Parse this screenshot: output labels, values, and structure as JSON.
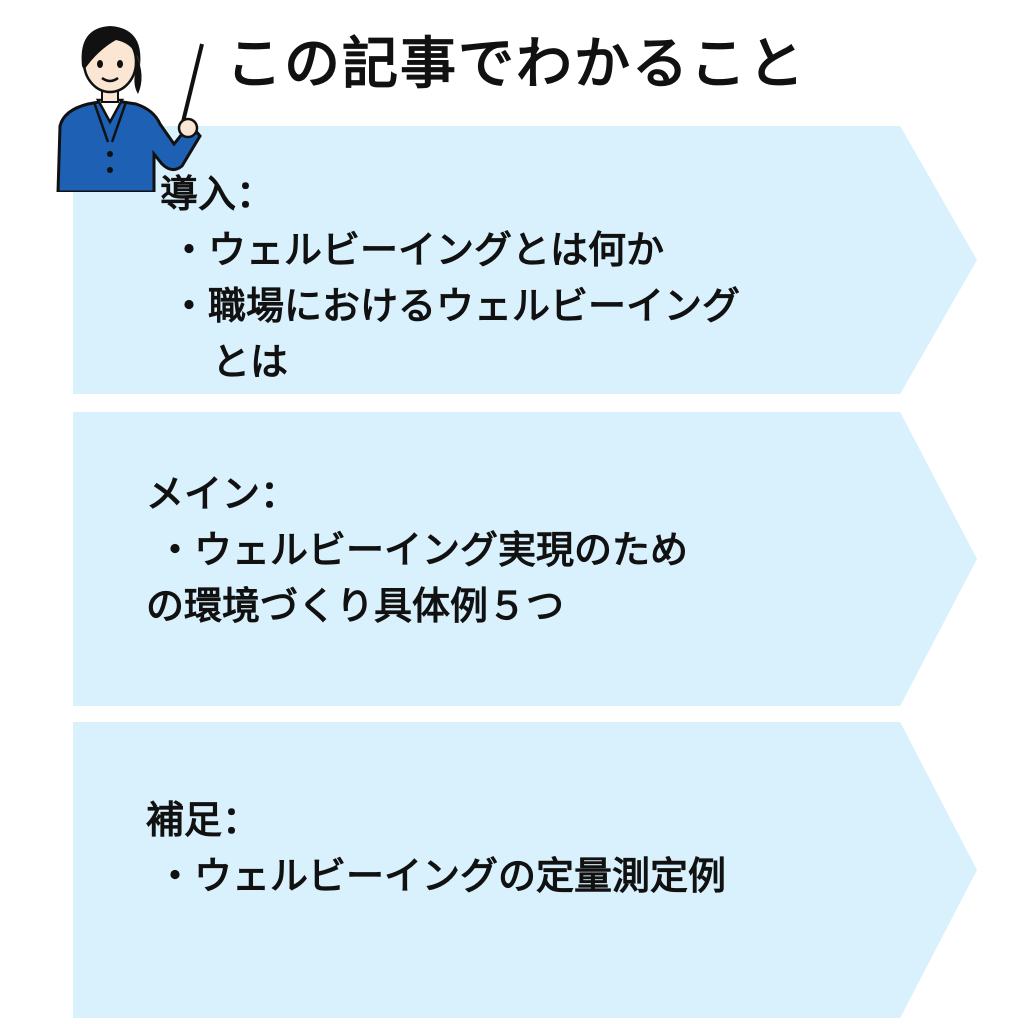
{
  "title": "この記事でわかること",
  "colors": {
    "panel": "#d9f1fc",
    "suit": "#1d60b4",
    "text": "#111111"
  },
  "sections": [
    {
      "heading": "導入：",
      "lines": [
        "・ウェルビーイングとは何か",
        "・職場におけるウェルビーイング",
        "とは"
      ]
    },
    {
      "heading": "メイン：",
      "lines": [
        "・ウェルビーイング実現のため",
        "の環境づくり具体例５つ"
      ]
    },
    {
      "heading": "補足：",
      "lines": [
        "・ウェルビーイングの定量測定例"
      ]
    }
  ]
}
